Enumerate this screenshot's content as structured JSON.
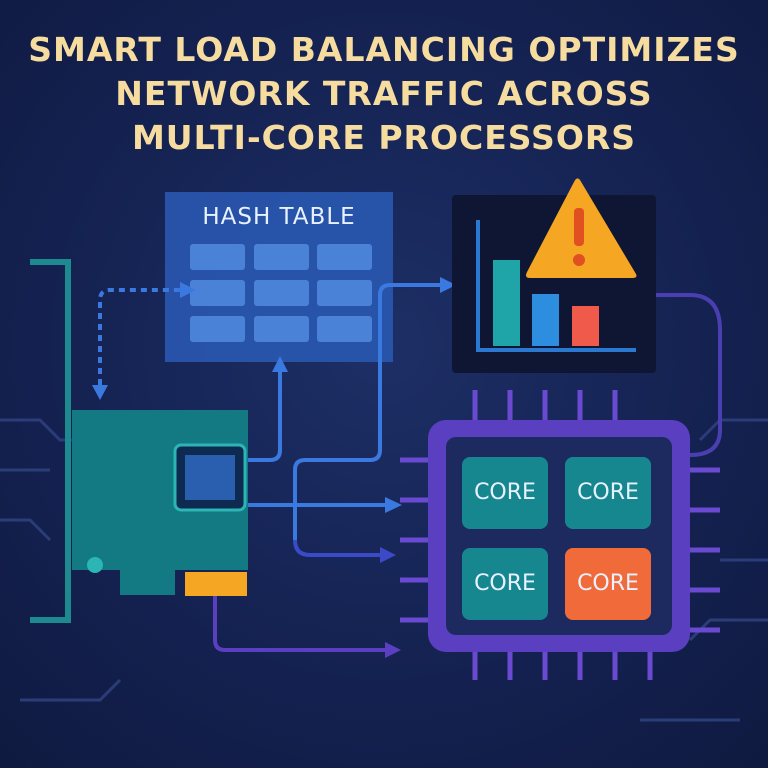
{
  "title": [
    "SMART LOAD BALANCING OPTIMIZES",
    "NETWORK TRAFFIC ACROSS",
    "MULTI-CORE PROCESSORS"
  ],
  "hash_table": {
    "label": "HASH TABLE"
  },
  "cores": [
    {
      "label": "CORE",
      "state": "normal"
    },
    {
      "label": "CORE",
      "state": "normal"
    },
    {
      "label": "CORE",
      "state": "normal"
    },
    {
      "label": "CORE",
      "state": "overloaded"
    }
  ],
  "colors": {
    "title": "#f6dc9e",
    "core": "#17878f",
    "core_hot": "#f06a3a",
    "cpu": "#5a3fc0",
    "warning": "#f5a623"
  },
  "icons": [
    "network-card-icon",
    "warning-icon",
    "bar-chart-icon",
    "cpu-icon"
  ]
}
